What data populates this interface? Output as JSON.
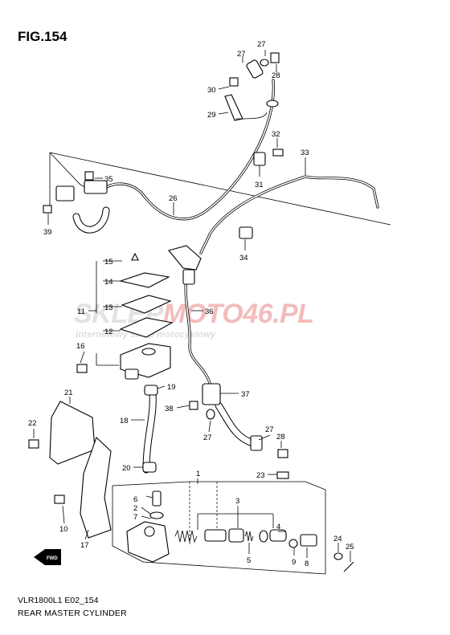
{
  "figure": {
    "title": "FIG.154"
  },
  "watermark": {
    "brand_part1": "SKLEP",
    "brand_part2": "MOTO46.PL",
    "tagline": "internetowy sklep motocyklowy"
  },
  "footer": {
    "code": "VLR1800L1 E02_154",
    "caption": "REAR MASTER CYLINDER"
  },
  "fwd_icon": {
    "name": "fwd-arrow-icon",
    "label": "FWD"
  },
  "callouts": [
    "1",
    "2",
    "3",
    "4",
    "5",
    "6",
    "7",
    "8",
    "9",
    "10",
    "11",
    "12",
    "13",
    "14",
    "15",
    "16",
    "17",
    "18",
    "19",
    "20",
    "21",
    "22",
    "23",
    "24",
    "25",
    "26",
    "27",
    "28",
    "29",
    "30",
    "31",
    "32",
    "33",
    "34",
    "35",
    "36",
    "37",
    "38",
    "39"
  ]
}
